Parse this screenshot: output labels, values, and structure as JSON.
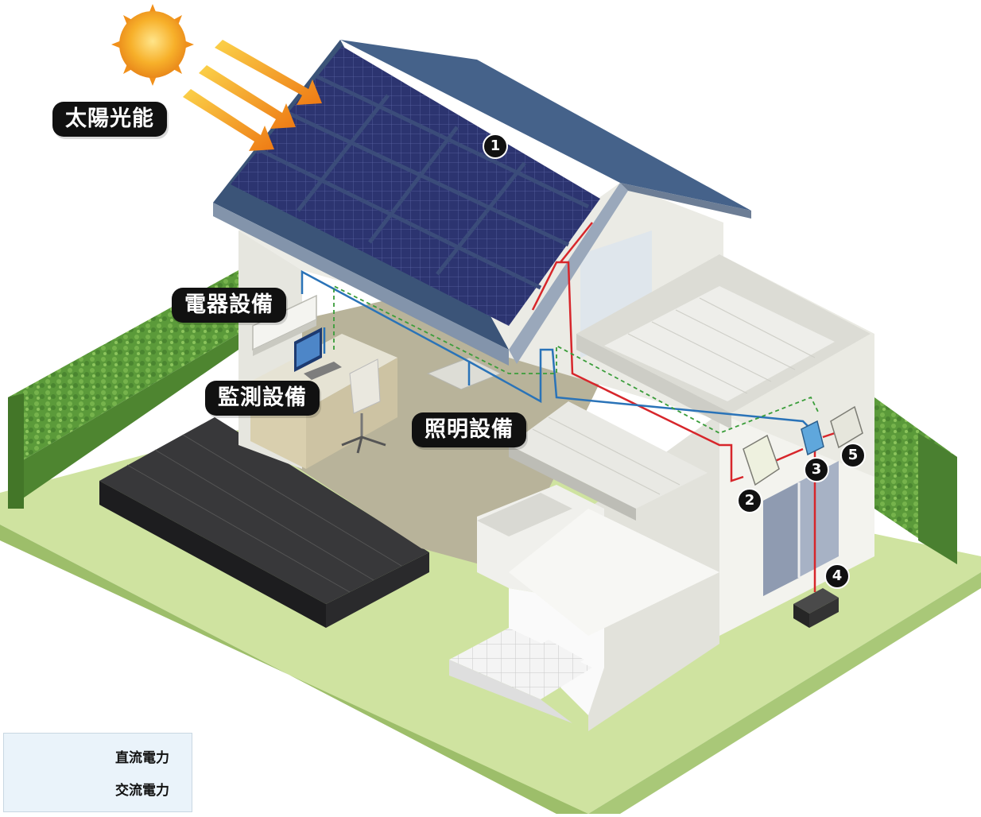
{
  "labels": {
    "solar_energy": "太陽光能",
    "appliances": "電器設備",
    "monitoring": "監測設備",
    "lighting": "照明設備"
  },
  "badges": [
    "1",
    "2",
    "3",
    "4",
    "5"
  ],
  "legend": {
    "dc": {
      "label": "直流電力",
      "color": "#d7262b"
    },
    "ac": {
      "label": "交流電力",
      "color": "#2a73b8"
    }
  },
  "colors": {
    "hedge": "#5e9a3c",
    "lawn": "#cfe3a0",
    "roof": "#3d5a80",
    "solar_panel": "#2b3266",
    "sun": "#f5a21b",
    "wall": "#f2f2ee",
    "deck": "#2e2e30"
  }
}
